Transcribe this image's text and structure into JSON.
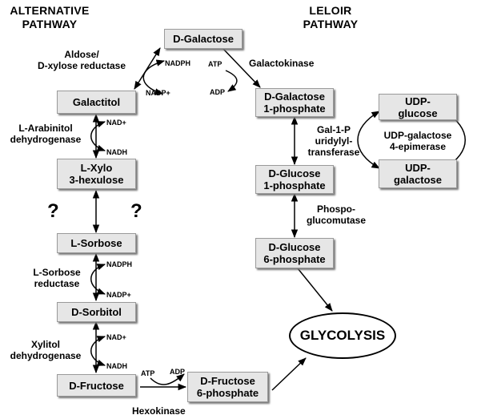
{
  "headers": {
    "alternative": [
      "ALTERNATIVE",
      "PATHWAY"
    ],
    "leloir": [
      "LELOIR",
      "PATHWAY"
    ]
  },
  "boxes": {
    "d_galactose": [
      "D-Galactose"
    ],
    "galactitol": [
      "Galactitol"
    ],
    "l_xylo_hexulose": [
      "L-Xylo",
      "3-hexulose"
    ],
    "l_sorbose": [
      "L-Sorbose"
    ],
    "d_sorbitol": [
      "D-Sorbitol"
    ],
    "d_fructose": [
      "D-Fructose"
    ],
    "d_fructose_6p": [
      "D-Fructose",
      "6-phosphate"
    ],
    "d_galactose_1p": [
      "D-Galactose",
      "1-phosphate"
    ],
    "d_glucose_1p": [
      "D-Glucose",
      "1-phosphate"
    ],
    "d_glucose_6p": [
      "D-Glucose",
      "6-phosphate"
    ],
    "udp_glucose": [
      "UDP-",
      "glucose"
    ],
    "udp_galactose": [
      "UDP-",
      "galactose"
    ]
  },
  "glycolysis": "GLYCOLYSIS",
  "enzymes": {
    "aldose_reductase": [
      "Aldose/",
      "D-xylose reductase"
    ],
    "arabinitol_dh": [
      "L-Arabinitol",
      "dehydrogenase"
    ],
    "sorbose_reductase": [
      "L-Sorbose",
      "reductase"
    ],
    "xylitol_dh": [
      "Xylitol",
      "dehydrogenase"
    ],
    "hexokinase": "Hexokinase",
    "galactokinase": "Galactokinase",
    "gal1p_uridylyltransferase": [
      "Gal-1-P",
      "uridylyl-",
      "transferase"
    ],
    "phosphoglucomutase": [
      "Phospo-",
      "glucomutase"
    ],
    "udp_epimerase": [
      "UDP-galactose",
      "4-epimerase"
    ]
  },
  "cofactors": {
    "nadph_1": "NADPH",
    "nadp_1": "NADP+",
    "nad_1": "NAD+",
    "nadh_1": "NADH",
    "nadph_2": "NADPH",
    "nadp_2": "NADP+",
    "nad_2": "NAD+",
    "nadh_2": "NADH",
    "atp_hk": "ATP",
    "adp_hk": "ADP",
    "atp_gk": "ATP",
    "adp_gk": "ADP"
  },
  "unknown_marks": [
    "?",
    "?"
  ]
}
